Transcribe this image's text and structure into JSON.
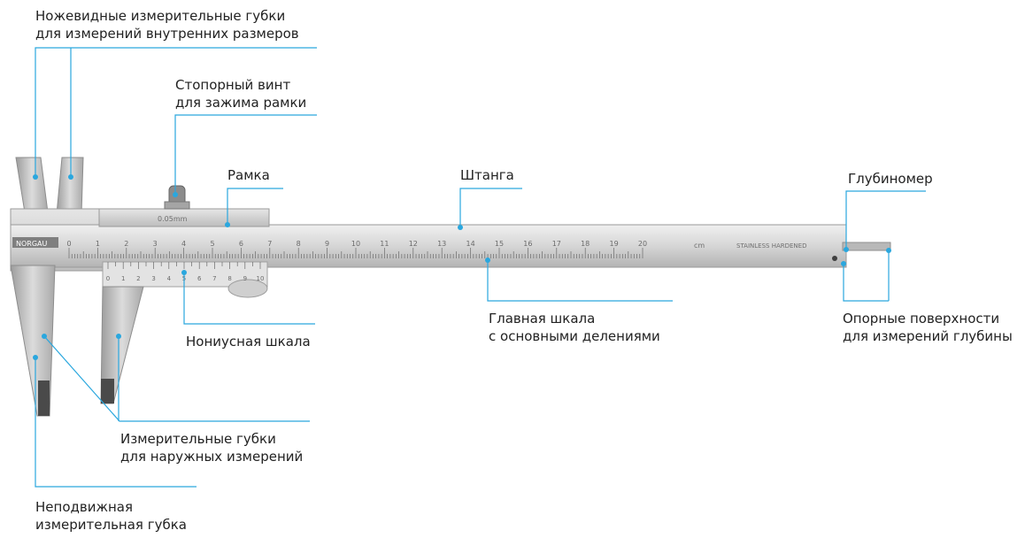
{
  "colors": {
    "leader": "#2aa7de",
    "dot": "#2aa7de",
    "text": "#222222",
    "steel_light": "#d9d9d9",
    "steel_mid": "#b9b9b9",
    "steel_dark": "#8a8a8a"
  },
  "labels": {
    "blade_jaws": {
      "line1": "Ножевидные измерительные губки",
      "line2": "для измерений внутренних размеров"
    },
    "lock_screw": {
      "line1": "Стопорный винт",
      "line2": "для зажима рамки"
    },
    "frame": {
      "line1": "Рамка"
    },
    "beam": {
      "line1": "Штанга"
    },
    "depth_gauge": {
      "line1": "Глубиномер"
    },
    "main_scale": {
      "line1": "Главная шкала",
      "line2": "с основными делениями"
    },
    "depth_surfaces": {
      "line1": "Опорные поверхности",
      "line2": "для измерений глубины"
    },
    "vernier": {
      "line1": "Нониусная шкала"
    },
    "outer_jaws": {
      "line1": "Измерительные губки",
      "line2": "для наружных измерений"
    },
    "fixed_jaw": {
      "line1": "Неподвижная",
      "line2": "измерительная губка"
    }
  },
  "tool_markings": {
    "brand": "NORGAU",
    "resolution": "0.05mm",
    "unit": "cm",
    "steel": "STAINLESS HARDENED",
    "scale_numbers": [
      "0",
      "1",
      "2",
      "3",
      "4",
      "5",
      "6",
      "7",
      "8",
      "9",
      "10",
      "11",
      "12",
      "13",
      "14",
      "15",
      "16",
      "17",
      "18",
      "19",
      "20"
    ],
    "vernier_numbers": [
      "0",
      "1",
      "2",
      "3",
      "4",
      "5",
      "6",
      "7",
      "8",
      "9",
      "10"
    ]
  }
}
